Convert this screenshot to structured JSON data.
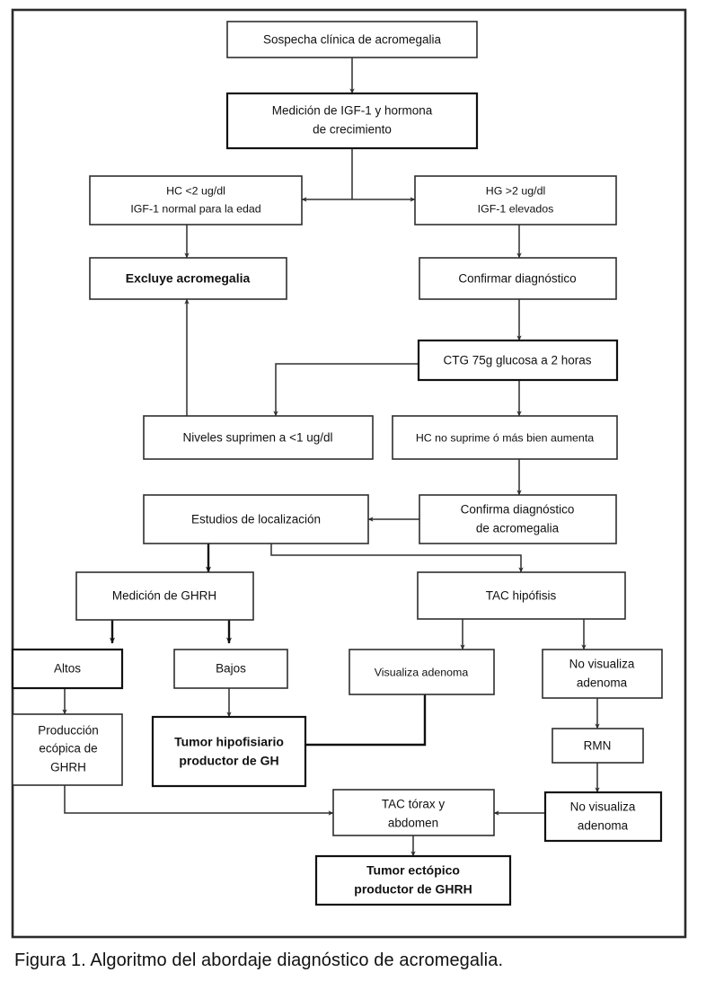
{
  "figure": {
    "caption": "Figura 1. Algoritmo del abordaje diagnóstico de acromegalia.",
    "frame_color": "#2b2b2b",
    "box_stroke_color": "#2e2e2e",
    "text_color": "#111111",
    "background_color": "#ffffff"
  },
  "chart_data": {
    "type": "diagram",
    "title": "Algoritmo del abordaje diagnóstico de acromegalia",
    "nodes": [
      {
        "id": "n1",
        "label": "Sospecha clínica de acromegalia",
        "lines": [
          "Sospecha clínica de acromegalia"
        ],
        "bold": false
      },
      {
        "id": "n2",
        "label": "Medición de IGF-1 y hormona de crecimiento",
        "lines": [
          "Medición de IGF-1 y hormona",
          "de crecimiento"
        ],
        "bold": false
      },
      {
        "id": "n3",
        "label": "HC <2 ug/dl IGF-1 normal para la edad",
        "lines": [
          "HC <2 ug/dl",
          "IGF-1 normal para la edad"
        ],
        "bold": false
      },
      {
        "id": "n4",
        "label": "HG >2 ug/dl IGF-1 elevados",
        "lines": [
          "HG >2 ug/dl",
          "IGF-1 elevados"
        ],
        "bold": false
      },
      {
        "id": "n5",
        "label": "Excluye acromegalia",
        "lines": [
          "Excluye acromegalia"
        ],
        "bold": true
      },
      {
        "id": "n6",
        "label": "Confirmar diagnóstico",
        "lines": [
          "Confirmar diagnóstico"
        ],
        "bold": false
      },
      {
        "id": "n7",
        "label": "CTG 75g glucosa a 2 horas",
        "lines": [
          "CTG 75g glucosa a 2 horas"
        ],
        "bold": false
      },
      {
        "id": "n8",
        "label": "Niveles suprimen a <1 ug/dl",
        "lines": [
          "Niveles suprimen a <1 ug/dl"
        ],
        "bold": false
      },
      {
        "id": "n9",
        "label": "HC no suprime ó más bien aumenta",
        "lines": [
          "HC no suprime ó más bien aumenta"
        ],
        "bold": false
      },
      {
        "id": "n10",
        "label": "Estudios de localización",
        "lines": [
          "Estudios de localización"
        ],
        "bold": false
      },
      {
        "id": "n11",
        "label": "Confirma diagnóstico de acromegalia",
        "lines": [
          "Confirma diagnóstico",
          "de acromegalia"
        ],
        "bold": false
      },
      {
        "id": "n12",
        "label": "Medición de GHRH",
        "lines": [
          "Medición de GHRH"
        ],
        "bold": false
      },
      {
        "id": "n13",
        "label": "TAC hipófisis",
        "lines": [
          "TAC hipófisis"
        ],
        "bold": false
      },
      {
        "id": "n14",
        "label": "Altos",
        "lines": [
          "Altos"
        ],
        "bold": false
      },
      {
        "id": "n15",
        "label": "Bajos",
        "lines": [
          "Bajos"
        ],
        "bold": false
      },
      {
        "id": "n16",
        "label": "Visualiza adenoma",
        "lines": [
          "Visualiza adenoma"
        ],
        "bold": false
      },
      {
        "id": "n17",
        "label": "No visualiza adenoma",
        "lines": [
          "No visualiza",
          "adenoma"
        ],
        "bold": false
      },
      {
        "id": "n18",
        "label": "Producción ecópica de GHRH",
        "lines": [
          "Producción",
          "ecópica de",
          "GHRH"
        ],
        "bold": false
      },
      {
        "id": "n19",
        "label": "Tumor hipofisiario productor de GH",
        "lines": [
          "Tumor hipofisiario",
          "productor de GH"
        ],
        "bold": true
      },
      {
        "id": "n20",
        "label": "RMN",
        "lines": [
          "RMN"
        ],
        "bold": false
      },
      {
        "id": "n21",
        "label": "TAC tórax y abdomen",
        "lines": [
          "TAC tórax y",
          "abdomen"
        ],
        "bold": false
      },
      {
        "id": "n22",
        "label": "No visualiza adenoma",
        "lines": [
          "No visualiza",
          "adenoma"
        ],
        "bold": false
      },
      {
        "id": "n23",
        "label": "Tumor ectópico productor de GHRH",
        "lines": [
          "Tumor ectópico",
          "productor de GHRH"
        ],
        "bold": true
      }
    ],
    "edges": [
      {
        "from": "n1",
        "to": "n2",
        "kind": "down"
      },
      {
        "from": "n2",
        "to": "n3",
        "kind": "split-left"
      },
      {
        "from": "n2",
        "to": "n4",
        "kind": "split-right"
      },
      {
        "from": "n3",
        "to": "n5",
        "kind": "down"
      },
      {
        "from": "n4",
        "to": "n6",
        "kind": "down"
      },
      {
        "from": "n6",
        "to": "n7",
        "kind": "down"
      },
      {
        "from": "n7",
        "to": "n8",
        "kind": "elbow-left"
      },
      {
        "from": "n7",
        "to": "n9",
        "kind": "down"
      },
      {
        "from": "n8",
        "to": "n5",
        "kind": "up"
      },
      {
        "from": "n9",
        "to": "n11",
        "kind": "down"
      },
      {
        "from": "n11",
        "to": "n10",
        "kind": "left"
      },
      {
        "from": "n10",
        "to": "n12",
        "kind": "down"
      },
      {
        "from": "n10",
        "to": "n13",
        "kind": "elbow-right"
      },
      {
        "from": "n12",
        "to": "n14",
        "kind": "elbow-left"
      },
      {
        "from": "n12",
        "to": "n15",
        "kind": "down"
      },
      {
        "from": "n13",
        "to": "n16",
        "kind": "down"
      },
      {
        "from": "n13",
        "to": "n17",
        "kind": "down"
      },
      {
        "from": "n14",
        "to": "n18",
        "kind": "down"
      },
      {
        "from": "n15",
        "to": "n19",
        "kind": "down"
      },
      {
        "from": "n16",
        "to": "n19",
        "kind": "elbow-left"
      },
      {
        "from": "n17",
        "to": "n20",
        "kind": "down"
      },
      {
        "from": "n20",
        "to": "n22",
        "kind": "down"
      },
      {
        "from": "n22",
        "to": "n21",
        "kind": "left"
      },
      {
        "from": "n18",
        "to": "n21",
        "kind": "elbow-right"
      },
      {
        "from": "n21",
        "to": "n23",
        "kind": "down"
      }
    ]
  }
}
